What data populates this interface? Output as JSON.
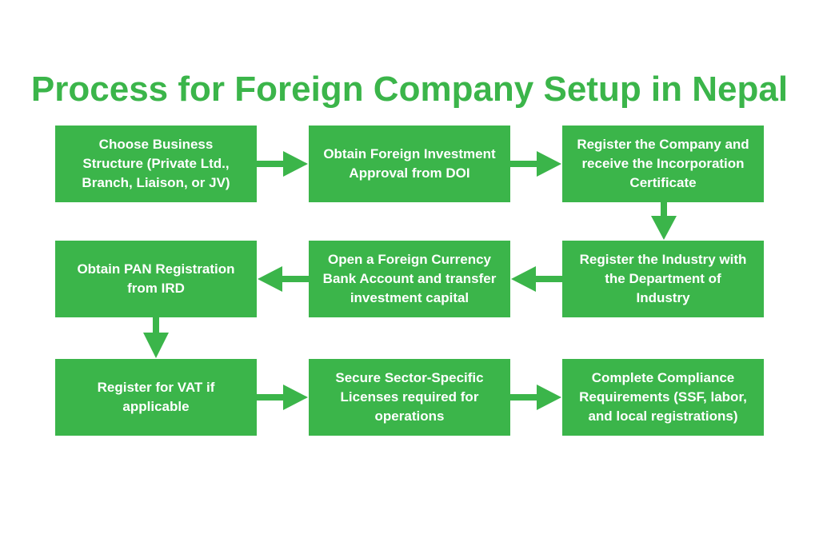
{
  "title": "Process for Foreign Company Setup in Nepal",
  "accent_color": "#3bb54a",
  "steps": [
    {
      "text": "Choose Business\nStructure (Private Ltd.,\nBranch, Liaison, or JV)"
    },
    {
      "text": "Obtain Foreign Investment\nApproval from DOI"
    },
    {
      "text": "Register the Company and\nreceive the Incorporation\nCertificate"
    },
    {
      "text": "Register the Industry with\nthe Department of\nIndustry"
    },
    {
      "text": "Open a Foreign Currency\nBank Account and transfer\ninvestment capital"
    },
    {
      "text": "Obtain PAN Registration\nfrom IRD"
    },
    {
      "text": "Register for VAT if\napplicable"
    },
    {
      "text": "Secure Sector-Specific\nLicenses required for\noperations"
    },
    {
      "text": "Complete Compliance\nRequirements (SSF, labor,\nand local registrations)"
    }
  ]
}
